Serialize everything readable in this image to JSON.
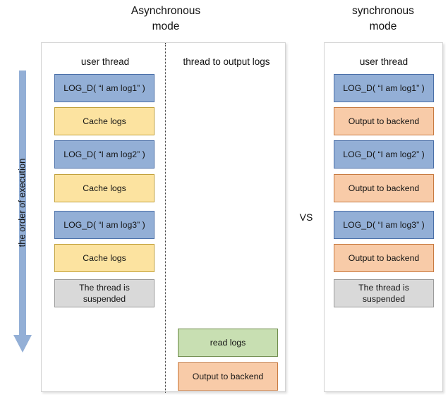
{
  "titles": {
    "async": "Asynchronous\nmode",
    "sync": "synchronous\nmode"
  },
  "vs_label": "VS",
  "order_arrow": {
    "label": "the order of execution",
    "direction": "down",
    "color": "#93afd6"
  },
  "async_panel": {
    "columns": [
      {
        "header": "user thread",
        "steps": [
          {
            "label": "LOG_D( “I am log1” )",
            "color": "blue"
          },
          {
            "label": "Cache logs",
            "color": "yellow"
          },
          {
            "label": "LOG_D( “I am log2” )",
            "color": "blue"
          },
          {
            "label": "Cache logs",
            "color": "yellow"
          },
          {
            "label": "LOG_D( “I am log3” )",
            "color": "blue"
          },
          {
            "label": "Cache logs",
            "color": "yellow"
          },
          {
            "label": "The thread is\nsuspended",
            "color": "gray"
          }
        ]
      },
      {
        "header": "thread to output logs",
        "steps": [
          {
            "label": "read logs",
            "color": "green"
          },
          {
            "label": "Output to backend",
            "color": "orange"
          }
        ]
      }
    ]
  },
  "sync_panel": {
    "columns": [
      {
        "header": "user thread",
        "steps": [
          {
            "label": "LOG_D( “I am log1” )",
            "color": "blue"
          },
          {
            "label": "Output to backend",
            "color": "orange"
          },
          {
            "label": "LOG_D( “I am log2” )",
            "color": "blue"
          },
          {
            "label": "Output to backend",
            "color": "orange"
          },
          {
            "label": "LOG_D( “I am log3” )",
            "color": "blue"
          },
          {
            "label": "Output to backend",
            "color": "orange"
          },
          {
            "label": "The thread is\nsuspended",
            "color": "gray"
          }
        ]
      }
    ]
  },
  "colors": {
    "blue_fill": "#93afd6",
    "blue_border": "#4a6fa8",
    "yellow_fill": "#fce3a0",
    "yellow_border": "#c2a13c",
    "gray_fill": "#d9d9d9",
    "gray_border": "#9a9a9a",
    "green_fill": "#c8dfb2",
    "green_border": "#6e8b4b",
    "orange_fill": "#f8cba8",
    "orange_border": "#c87b41",
    "panel_border": "#d4d4d4"
  }
}
